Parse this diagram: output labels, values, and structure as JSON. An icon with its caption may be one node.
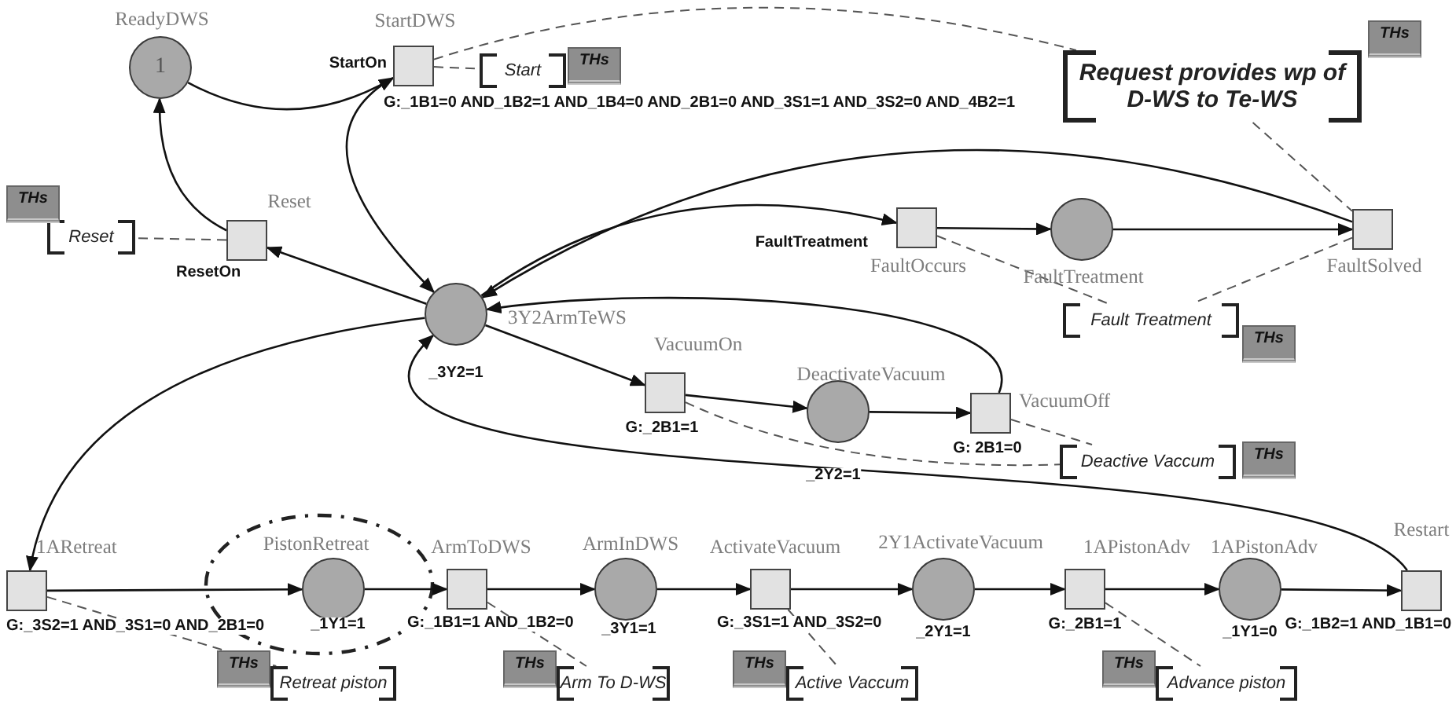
{
  "diagram": {
    "nodes": [
      {
        "text": [
          "ReadyDWS",
          "1"
        ]
      },
      {
        "text": [
          "StartDWS"
        ],
        "beside": [
          "StartOn",
          "G:_1B1=0 AND_1B2=1 AND_1B4=0 AND_2B1=0 AND_3S1=1 AND_3S2=0 AND_4B2=1"
        ]
      },
      {
        "text": [
          "Reset"
        ],
        "beside": [
          "ResetOn"
        ]
      },
      {
        "text": [
          "3Y2ArmTeWS"
        ],
        "beside": [
          "_3Y2=1"
        ]
      },
      {
        "text": [
          "FaultOccurs"
        ],
        "beside": [
          "FaultTreatment"
        ]
      },
      {
        "text": [
          "FaultTreatment"
        ]
      },
      {
        "text": [
          "FaultSolved"
        ]
      },
      {
        "text": [
          "VacuumOn"
        ],
        "beside": [
          "G:_2B1=1"
        ]
      },
      {
        "text": [
          "DeactivateVacuum"
        ],
        "beside": [
          "_2Y2=1"
        ]
      },
      {
        "text": [
          "VacuumOff"
        ],
        "beside": [
          "G: 2B1=0"
        ]
      },
      {
        "text": [
          "1ARetreat"
        ],
        "beside": [
          "G:_3S2=1 AND_3S1=0 AND_2B1=0"
        ]
      },
      {
        "text": [
          "PistonRetreat"
        ],
        "beside": [
          "_1Y1=1"
        ]
      },
      {
        "text": [
          "ArmToDWS"
        ],
        "beside": [
          "G:_1B1=1 AND_1B2=0"
        ]
      },
      {
        "text": [
          "ArmInDWS"
        ],
        "beside": [
          "_3Y1=1"
        ]
      },
      {
        "text": [
          "ActivateVacuum"
        ],
        "beside": [
          "G:_3S1=1 AND_3S2=0"
        ]
      },
      {
        "text": [
          "2Y1ActivateVacuum"
        ],
        "beside": [
          "_2Y1=1"
        ]
      },
      {
        "text": [
          "1APistonAdv"
        ],
        "beside": [
          "G:_2B1=1"
        ]
      },
      {
        "text": [
          "1APistonAdv"
        ],
        "beside": [
          "_1Y1=0"
        ]
      },
      {
        "text": [
          "Restart"
        ],
        "beside": [
          "G:_1B2=1 AND_1B1=0"
        ]
      },
      {
        "text": [
          "Start"
        ],
        "beside": [
          "THs"
        ]
      },
      {
        "text": [
          "Request provides wp of D-WS to Te-WS"
        ],
        "beside": [
          "THs"
        ]
      },
      {
        "text": [
          "Reset"
        ],
        "beside": [
          "THs"
        ]
      },
      {
        "text": [
          "Fault Treatment"
        ],
        "beside": [
          "THs"
        ]
      },
      {
        "text": [
          "Deactive Vaccum"
        ],
        "beside": [
          "THs"
        ]
      },
      {
        "text": [
          "Retreat piston"
        ],
        "beside": [
          "THs"
        ]
      },
      {
        "text": [
          "Arm To D-WS"
        ],
        "beside": [
          "THs"
        ]
      },
      {
        "text": [
          "Active Vaccum"
        ],
        "beside": [
          "THs"
        ]
      },
      {
        "text": [
          "Advance piston"
        ],
        "beside": [
          "THs"
        ]
      }
    ],
    "edges": [
      {
        "from": 0,
        "to": 1,
        "arrow": "to"
      },
      {
        "from": 1,
        "to": 3,
        "arrow": "to"
      },
      {
        "from": 3,
        "to": 2,
        "arrow": "to"
      },
      {
        "from": 2,
        "to": 0,
        "arrow": "to"
      },
      {
        "from": 6,
        "to": 3,
        "arrow": "to"
      },
      {
        "from": 3,
        "to": 4,
        "arrow": "to"
      },
      {
        "from": 4,
        "to": 5,
        "arrow": "to"
      },
      {
        "from": 5,
        "to": 6,
        "arrow": "to"
      },
      {
        "from": 3,
        "to": 7,
        "arrow": "to"
      },
      {
        "from": 7,
        "to": 8,
        "arrow": "to"
      },
      {
        "from": 8,
        "to": 9,
        "arrow": "to"
      },
      {
        "from": 9,
        "to": 3,
        "arrow": "to"
      },
      {
        "from": 18,
        "to": 3,
        "arrow": "to"
      },
      {
        "from": 3,
        "to": 10,
        "arrow": "to"
      },
      {
        "from": 10,
        "to": 11,
        "arrow": "to"
      },
      {
        "from": 11,
        "to": 12,
        "arrow": "to"
      },
      {
        "from": 12,
        "to": 13,
        "arrow": "to"
      },
      {
        "from": 13,
        "to": 14,
        "arrow": "to"
      },
      {
        "from": 14,
        "to": 15,
        "arrow": "to"
      },
      {
        "from": 15,
        "to": 16,
        "arrow": "to"
      },
      {
        "from": 16,
        "to": 17,
        "arrow": "to"
      },
      {
        "from": 17,
        "to": 18,
        "arrow": "to"
      },
      {
        "from": 1,
        "to": 19,
        "arrow": "none",
        "style": "dashed"
      },
      {
        "from": 1,
        "to": 20,
        "arrow": "none",
        "style": "dashed"
      },
      {
        "from": 20,
        "to": 6,
        "arrow": "none",
        "style": "dashed"
      },
      {
        "from": 2,
        "to": 21,
        "arrow": "none",
        "style": "dashed"
      },
      {
        "from": 4,
        "to": 22,
        "arrow": "none",
        "style": "dashed"
      },
      {
        "from": 6,
        "to": 22,
        "arrow": "none",
        "style": "dashed"
      },
      {
        "from": 7,
        "to": 23,
        "arrow": "none",
        "style": "dashed"
      },
      {
        "from": 9,
        "to": 23,
        "arrow": "none",
        "style": "dashed"
      },
      {
        "from": 10,
        "to": 24,
        "arrow": "none",
        "style": "dashed"
      },
      {
        "from": 12,
        "to": 25,
        "arrow": "none",
        "style": "dashed"
      },
      {
        "from": 14,
        "to": 26,
        "arrow": "none",
        "style": "dashed"
      },
      {
        "from": 16,
        "to": 27,
        "arrow": "none",
        "style": "dashed"
      }
    ]
  }
}
